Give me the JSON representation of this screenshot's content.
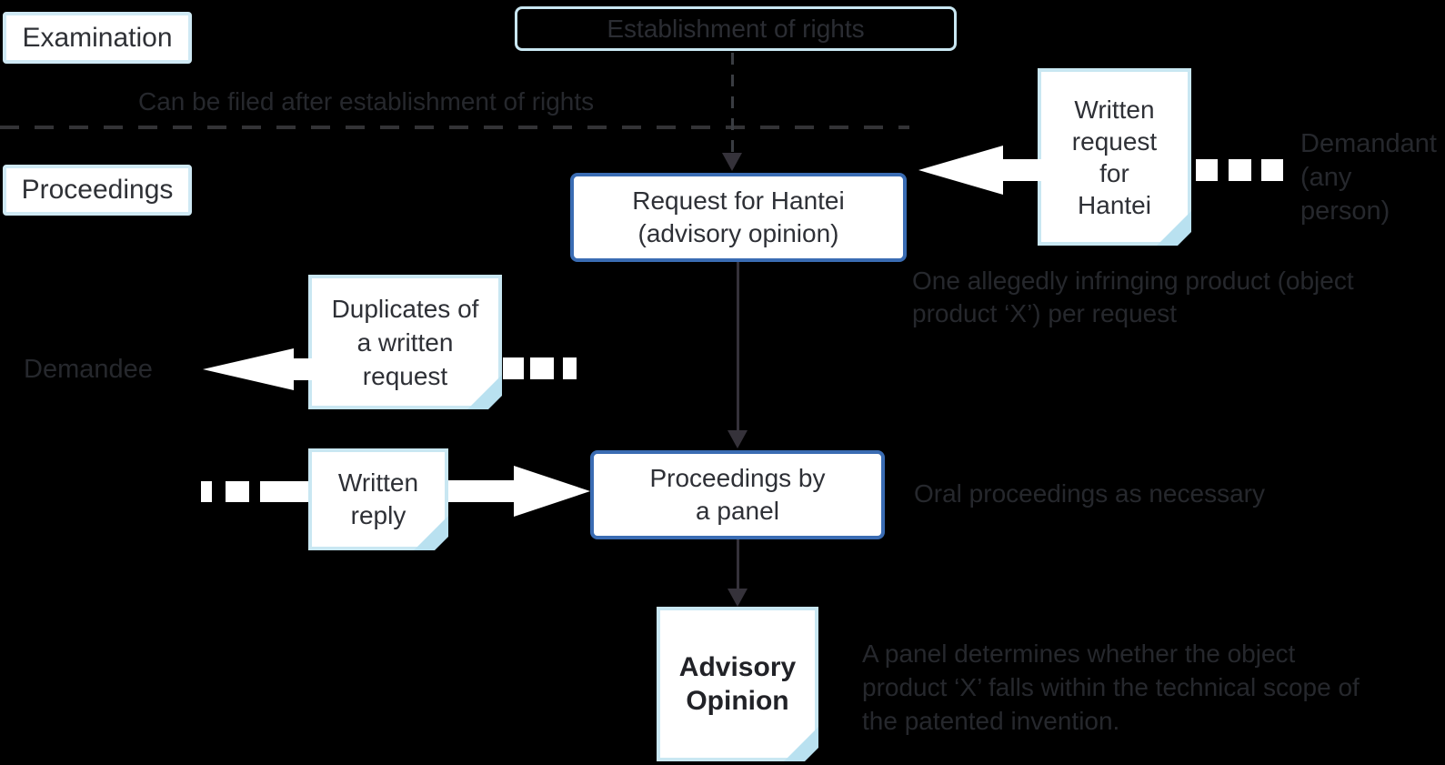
{
  "diagram": {
    "background": "#000000",
    "colors": {
      "light_blue_border": "#c9e7f2",
      "fold_flap_blue": "#b9e1f0",
      "process_box_border_blue": "#3a6cb3",
      "box_text": "#2e3036",
      "annotation_text": "#26282d",
      "connector_dark": "#35323a",
      "block_arrow_white": "#ffffff"
    },
    "lanes": {
      "examination": "Examination",
      "proceedings": "Proceedings",
      "filed_note": "Can be filed after establishment of rights"
    },
    "nodes": {
      "establishment": "Establishment of rights",
      "request": "Request for Hantei\n(advisory opinion)",
      "panel": "Proceedings by\na panel"
    },
    "documents": {
      "written_request": "Written\nrequest\nfor\nHantei",
      "duplicates": "Duplicates of\na written\nrequest",
      "written_reply": "Written\nreply",
      "advisory": "Advisory\nOpinion"
    },
    "actors": {
      "demandant": "Demandant\n(any person)",
      "demandee": "Demandee"
    },
    "notes": {
      "per_request": "One allegedly infringing product (object\nproduct ‘X’) per request",
      "oral": "Oral proceedings as necessary",
      "determines": "A panel determines whether the object\nproduct ‘X’ falls within the technical scope of\nthe patented invention."
    }
  }
}
